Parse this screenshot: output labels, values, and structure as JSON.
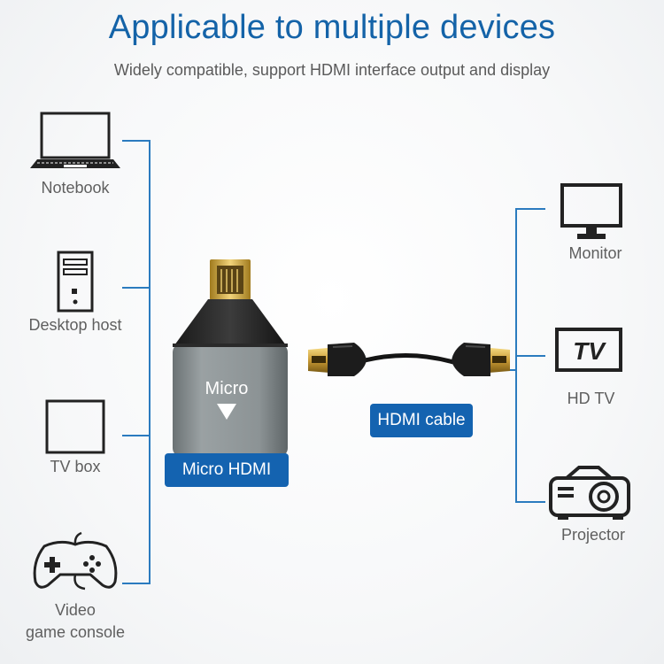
{
  "header": {
    "title": "Applicable to multiple devices",
    "subtitle": "Widely compatible, support HDMI interface output and display"
  },
  "left_devices": [
    {
      "label": "Notebook",
      "icon": "laptop-icon"
    },
    {
      "label": "Desktop host",
      "icon": "desktop-tower-icon"
    },
    {
      "label": "TV box",
      "icon": "tv-box-icon"
    },
    {
      "label": "Video\ngame console",
      "icon": "gamepad-icon"
    }
  ],
  "right_devices": [
    {
      "label": "Monitor",
      "icon": "monitor-icon"
    },
    {
      "label": "HD TV",
      "icon": "tv-icon"
    },
    {
      "label": "Projector",
      "icon": "projector-icon"
    }
  ],
  "adapter": {
    "body_text": "Micro",
    "tag": "Micro HDMI"
  },
  "cable": {
    "tag": "HDMI cable"
  },
  "tv_icon_text": "TV",
  "colors": {
    "accent": "#1463a8",
    "line": "#2b7bbf",
    "tag_bg": "#1463b0"
  }
}
